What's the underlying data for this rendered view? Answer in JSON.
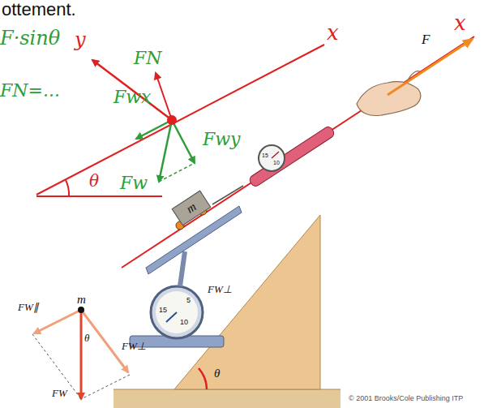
{
  "diagram": {
    "nodes": [
      {
        "text": [
          "m"
        ]
      }
    ],
    "labels": [
      "ottement.",
      "y",
      "F·sinθ",
      "FN",
      "FN=...",
      "Fwx",
      "Fwy",
      "θ",
      "Fw",
      "x",
      "x",
      "F",
      "m",
      "FW∥",
      "θ",
      "FW⊥",
      "FW",
      "FW⊥",
      "θ",
      "15",
      "10",
      "15",
      "5",
      "10",
      "© 2001 Brooks/Cole Publishing ITP"
    ]
  }
}
